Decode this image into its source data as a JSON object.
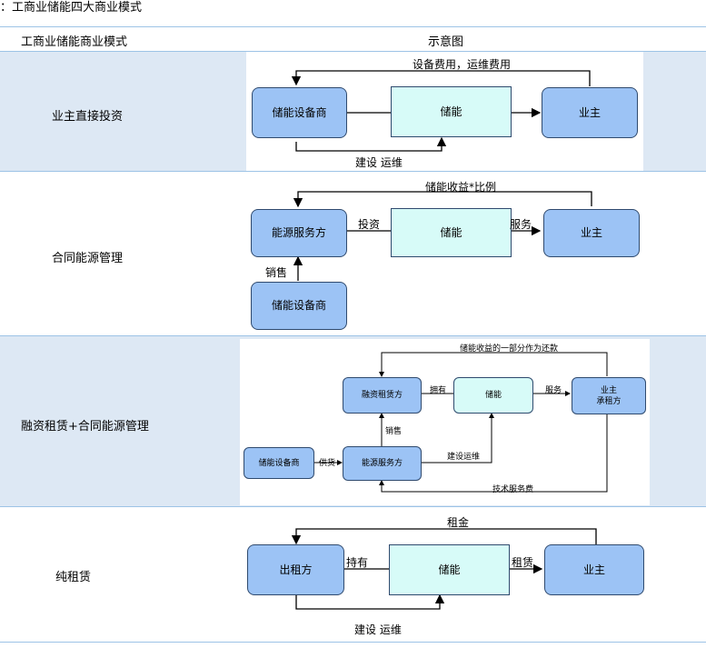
{
  "title": "：工商业储能四大商业模式",
  "header": {
    "col_model": "工商业储能商业模式",
    "col_diagram": "示意图"
  },
  "rows": [
    {
      "model": "业主直接投资",
      "boxes": [
        "储能设备商",
        "储能",
        "业主"
      ],
      "labels": [
        "设备费用，运维费用",
        "建设 运维"
      ]
    },
    {
      "model": "合同能源管理",
      "boxes": [
        "能源服务方",
        "储能",
        "业主",
        "储能设备商"
      ],
      "labels": [
        "储能收益*比例",
        "投资",
        "服务",
        "销售"
      ]
    },
    {
      "model": "融资租赁+合同能源管理",
      "boxes": [
        "融资租赁方",
        "储能",
        "业主\n承租方",
        "储能设备商",
        "能源服务方"
      ],
      "labels": [
        "储能收益的一部分作为还款",
        "拥有",
        "服务",
        "销售",
        "供货",
        "建设运维",
        "技术服务费"
      ]
    },
    {
      "model": "纯租赁",
      "boxes": [
        "出租方",
        "储能",
        "业主"
      ],
      "labels": [
        "租金",
        "持有",
        "租赁",
        "建设 运维"
      ]
    }
  ]
}
